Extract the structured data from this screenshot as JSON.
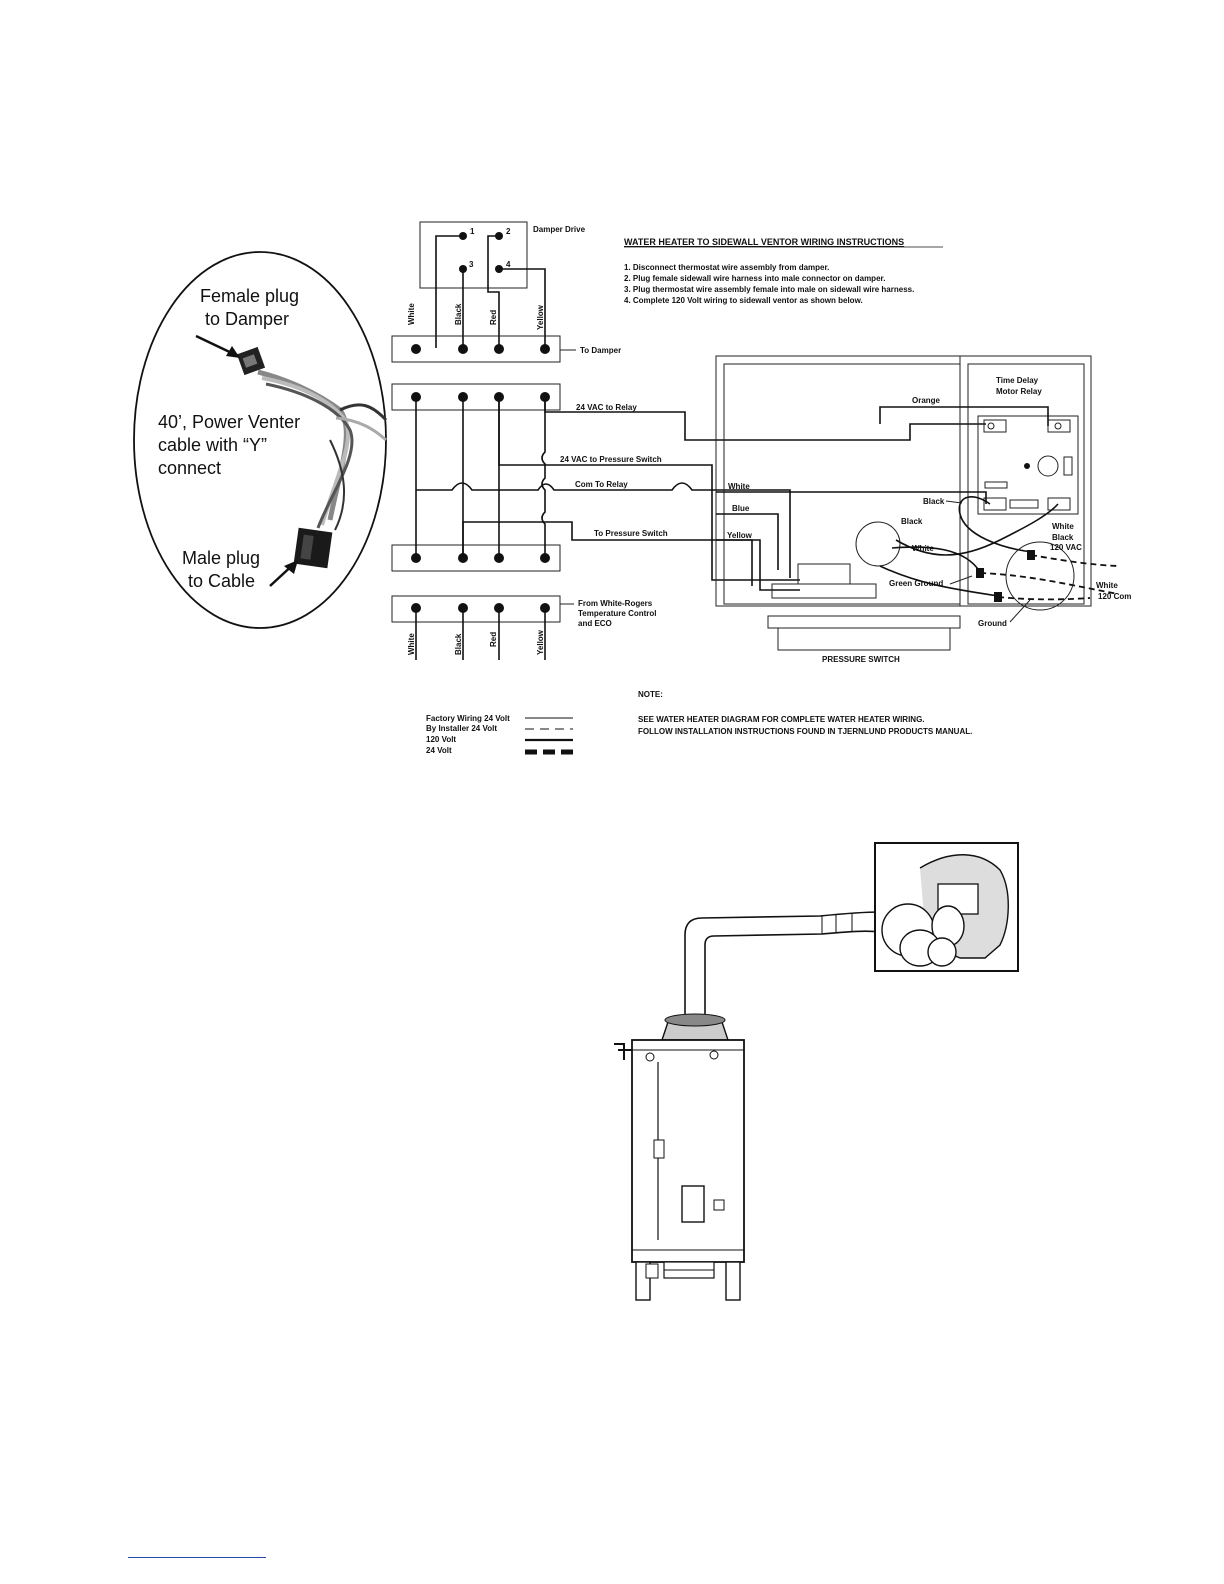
{
  "photo_callout": {
    "female_plug_l1": "Female plug",
    "female_plug_l2": "to Damper",
    "cable_l1": "40’, Power Venter",
    "cable_l2": "cable with “Y”",
    "cable_l3": "connect",
    "male_plug_l1": "Male plug",
    "male_plug_l2": "to Cable"
  },
  "instructions": {
    "title": "WATER HEATER TO SIDEWALL VENTOR WIRING INSTRUCTIONS",
    "steps": [
      "1.  Disconnect thermostat wire assembly from damper.",
      "2.  Plug female sidewall wire harness into male connector on damper.",
      "3.  Plug thermostat wire assembly female into male on sidewall wire harness.",
      "4.  Complete 120 Volt wiring to sidewall ventor as shown below."
    ]
  },
  "damper": {
    "label": "Damper Drive",
    "terminals": [
      "1",
      "2",
      "3",
      "4"
    ],
    "to_damper": "To Damper"
  },
  "wire_colors": [
    "White",
    "Black",
    "Red",
    "Yellow"
  ],
  "connections": {
    "vac_relay": "24 VAC to Relay",
    "vac_pressure": "24 VAC to Pressure Switch",
    "com_relay": "Com To Relay",
    "to_pressure": "To Pressure Switch",
    "from_wr_l1": "From White-Rogers",
    "from_wr_l2": "Temperature Control",
    "from_wr_l3": "and ECO"
  },
  "ventor": {
    "relay_l1": "Time Delay",
    "relay_l2": "Motor Relay",
    "orange": "Orange",
    "white": "White",
    "blue": "Blue",
    "yellow": "Yellow",
    "black1": "Black",
    "black2": "Black",
    "white2": "White",
    "green_ground": "Green Ground",
    "white_120vac": "White",
    "black_120vac": "Black",
    "vac120": "120 VAC",
    "white_com": "White",
    "com120": "120 Com",
    "ground": "Ground",
    "pressure_switch": "PRESSURE SWITCH"
  },
  "legend": {
    "items": [
      "Factory Wiring 24 Volt",
      "By Installer 24 Volt",
      "120 Volt",
      "24 Volt"
    ]
  },
  "note": {
    "label": "NOTE:",
    "line1": "SEE WATER HEATER DIAGRAM FOR COMPLETE WATER HEATER WIRING.",
    "line2": "FOLLOW INSTALLATION INSTRUCTIONS FOUND IN TJERNLUND PRODUCTS MANUAL."
  }
}
